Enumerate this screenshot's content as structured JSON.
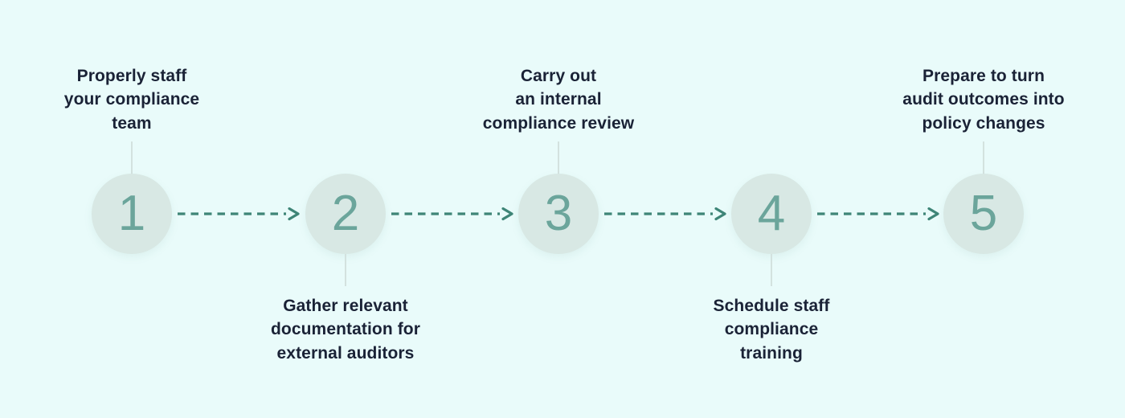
{
  "diagram": {
    "name": "compliance-audit-process",
    "background_color": "#e9fbfa",
    "colors": {
      "circle_fill": "#d8e8e4",
      "number_text": "#6ba59b",
      "arrow": "#3e8577",
      "connector_line": "#d3e2df",
      "label_text": "#1a2236"
    },
    "steps": [
      {
        "number": "1",
        "label": "Properly staff\nyour compliance\nteam",
        "label_position": "above"
      },
      {
        "number": "2",
        "label": "Gather relevant\ndocumentation for\nexternal auditors",
        "label_position": "below"
      },
      {
        "number": "3",
        "label": "Carry out\nan internal\ncompliance review",
        "label_position": "above"
      },
      {
        "number": "4",
        "label": "Schedule staff\ncompliance\ntraining",
        "label_position": "below"
      },
      {
        "number": "5",
        "label": "Prepare to turn\naudit outcomes into\npolicy changes",
        "label_position": "above"
      }
    ],
    "arrow_icon": "dashed-arrow-right-icon"
  }
}
